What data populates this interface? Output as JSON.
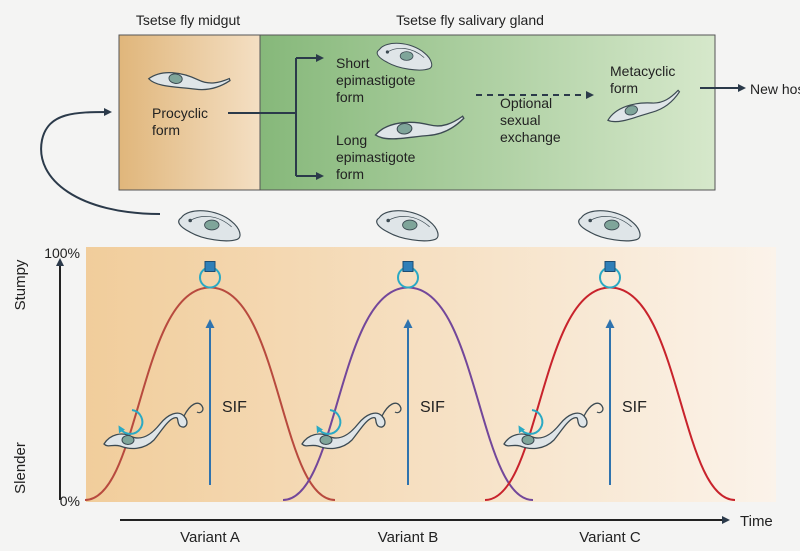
{
  "colors": {
    "page_bg": "#f4f4f3",
    "midgut_bg_start": "#e0b67b",
    "midgut_bg_end": "#f4dfc3",
    "gland_bg_start": "#86b87a",
    "gland_bg_end": "#d6e8cb",
    "chart_bg_start": "#f1cd9b",
    "chart_bg_end": "#fbf3ea",
    "variant_a_curve": "#b84a3e",
    "variant_b_curve": "#73479a",
    "variant_c_curve": "#c8232c",
    "sif_arrow": "#2f73ae",
    "checkpoint_ring": "#2aa9c4",
    "checkpoint_block": "#2f7fb8",
    "parasite_fill": "#dfe5e8",
    "parasite_nucleus": "#7fa59a",
    "arrow": "#2b3a4a"
  },
  "top": {
    "midgut_title": "Tsetse fly midgut",
    "gland_title": "Tsetse fly salivary gland",
    "procyclic": [
      "Procyclic",
      "form"
    ],
    "short_epi": [
      "Short",
      "epimastigote",
      "form"
    ],
    "long_epi": [
      "Long",
      "epimastigote",
      "form"
    ],
    "optional": [
      "Optional",
      "sexual",
      "exchange"
    ],
    "metacyclic": [
      "Metacyclic",
      "form"
    ],
    "new_host": "New host"
  },
  "chart": {
    "y_axis_stumpy": "Stumpy",
    "y_axis_slender": "Slender",
    "tick_100": "100%",
    "tick_0": "0%",
    "x_axis_label": "Time",
    "sif_label": "SIF",
    "variants": [
      "Variant A",
      "Variant B",
      "Variant C"
    ]
  },
  "chart_data": {
    "type": "line",
    "x": [
      "Variant A",
      "Variant B",
      "Variant C"
    ],
    "ylim": [
      0,
      100
    ],
    "series": [
      {
        "name": "Variant A",
        "peak_percent": 85
      },
      {
        "name": "Variant B",
        "peak_percent": 85
      },
      {
        "name": "Variant C",
        "peak_percent": 85
      }
    ]
  }
}
